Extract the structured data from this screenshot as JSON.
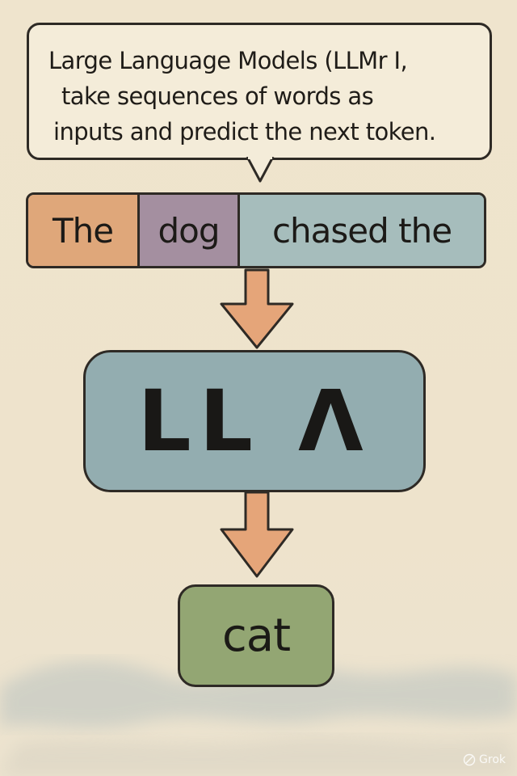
{
  "bubble": {
    "lines": [
      "Large Language Models (LLMr I,",
      "take sequences of words as",
      "inputs and predict the next token."
    ]
  },
  "input_tokens": [
    {
      "text": "The",
      "color": "#dfa77a"
    },
    {
      "text": "dog",
      "color": "#a48fa0"
    },
    {
      "text": "chased the",
      "color": "#a6bdbc"
    }
  ],
  "model": {
    "label": "LL Λ",
    "color": "#93adb0"
  },
  "output_token": {
    "text": "cat",
    "color": "#93a673"
  },
  "colors": {
    "background": "#efe5cf",
    "outline": "#2e2a25",
    "arrow_fill": "#e5a579"
  },
  "watermark": {
    "text": "Grok"
  }
}
